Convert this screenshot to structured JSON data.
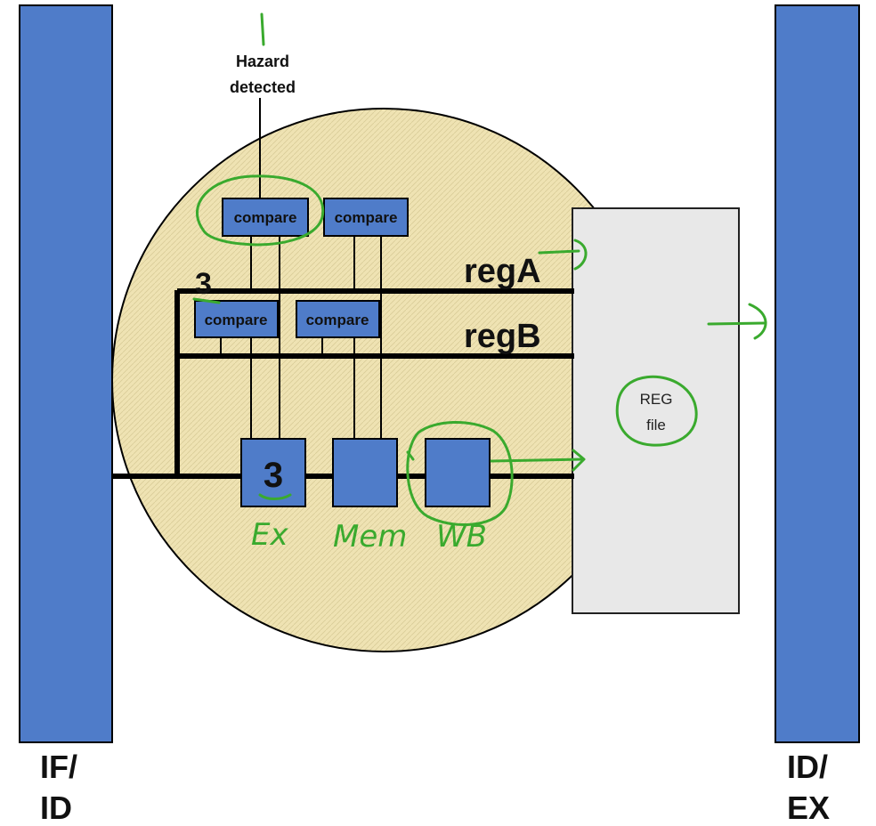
{
  "colors": {
    "pipeline_register": "#4f7cc9",
    "circle_fill": "#efe3b3",
    "box_fill": "#4f7cc9",
    "regfile_fill": "#e8e8e8",
    "annotation": "#3aaa2e",
    "wire": "#000000"
  },
  "labels": {
    "hazard_line1": "Hazard",
    "hazard_line2": "detected",
    "compare": "compare",
    "regA": "regA",
    "regB": "regB",
    "regfile_line1": "REG",
    "regfile_line2": "file",
    "ifid_line1": "IF/",
    "ifid_line2": "ID",
    "idex_line1": "ID/",
    "idex_line2": "EX",
    "stage_box_value": "3"
  },
  "annotations": {
    "three_mark": "3",
    "ex": "Ex",
    "mem": "Mem",
    "wb": "WB"
  }
}
